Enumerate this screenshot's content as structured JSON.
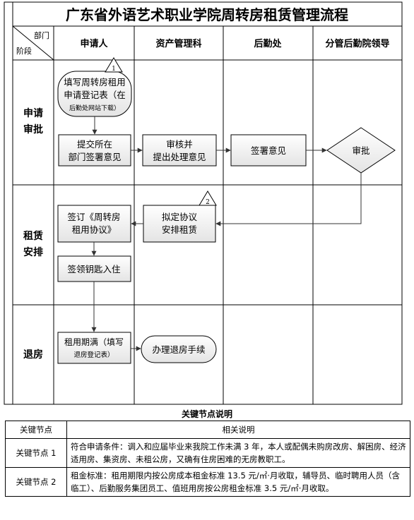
{
  "title": "广东省外语艺术职业学院周转房租赁管理流程",
  "header": {
    "dept_label": "部门",
    "stage_label": "阶段",
    "columns": [
      "申请人",
      "资产管理科",
      "后勤处",
      "分管后勤院领导"
    ]
  },
  "stages": [
    {
      "line1": "申请",
      "line2": "审批"
    },
    {
      "line1": "租赁",
      "line2": "安排"
    },
    {
      "line1": "退房",
      "line2": ""
    }
  ],
  "nodes": {
    "fill_form": {
      "line1": "填写周转房租用",
      "line2": "申请登记表（在",
      "line3": "后勤处网站下载）",
      "marker": "1"
    },
    "dept_sign": {
      "line1": "提交所在",
      "line2": "部门签署意见"
    },
    "review": {
      "line1": "审核并",
      "line2": "提出处理意见"
    },
    "logistics_sign": {
      "line1": "签署意见"
    },
    "approve": {
      "line1": "审批"
    },
    "draft_agreement": {
      "line1": "拟定协议",
      "line2": "安排租赁",
      "marker": "2"
    },
    "sign_agreement": {
      "line1": "签订《周转房",
      "line2": "租用协议》"
    },
    "receive_key": {
      "line1": "签领钥匙入住"
    },
    "lease_expire": {
      "line1": "租用期满（填写",
      "line2": "退房登记表）"
    },
    "checkout": {
      "line1": "办理退房手续"
    }
  },
  "notes": {
    "title": "关键节点说明",
    "col_node": "关键节点",
    "col_desc": "相关说明",
    "rows": [
      {
        "key": "关键节点 1",
        "desc": "符合申请条件：调入和应届毕业来我院工作未满 3 年，本人或配偶未购房改房、解困房、经济适用房、集资房、未租公房，又确有住房困难的无房教职工。"
      },
      {
        "key": "关键节点 2",
        "desc": "租金标准：租用期限内按公房成本租金标准 13.5 元/㎡·月收取，辅导员、临时聘用人员（含临工）、后勤服务集团员工、值班用房按公房租金标准 3.5 元/㎡·月收取。"
      }
    ]
  },
  "colors": {
    "box_fill": "#efefef",
    "line": "#000000",
    "arrow": "#4a4a4a",
    "title_bg": "#ffffff"
  }
}
